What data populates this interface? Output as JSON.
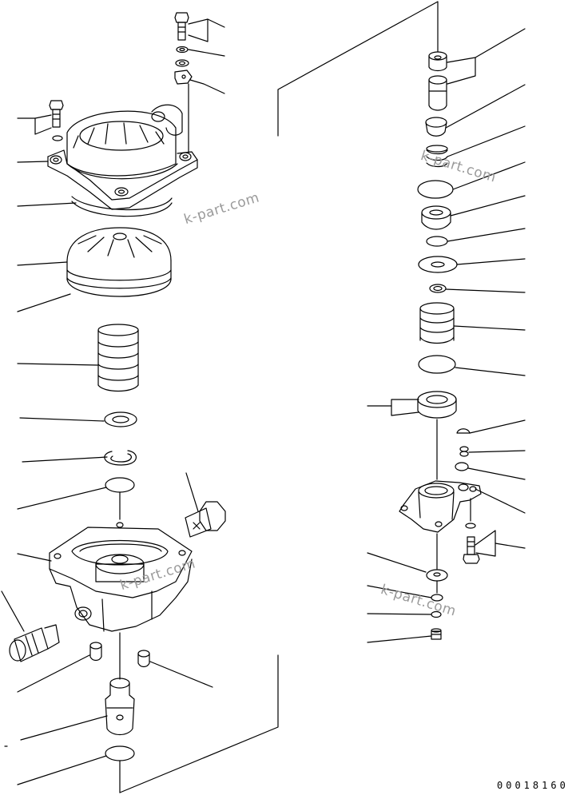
{
  "diagram": {
    "drawing_code": "00018160",
    "watermarks": [
      "k-part.com",
      "k-part.com",
      "k-part.com",
      "k-part.com"
    ],
    "colors": {
      "line": "#000000",
      "watermark": "#9a9a9a",
      "background": "#ffffff"
    }
  }
}
